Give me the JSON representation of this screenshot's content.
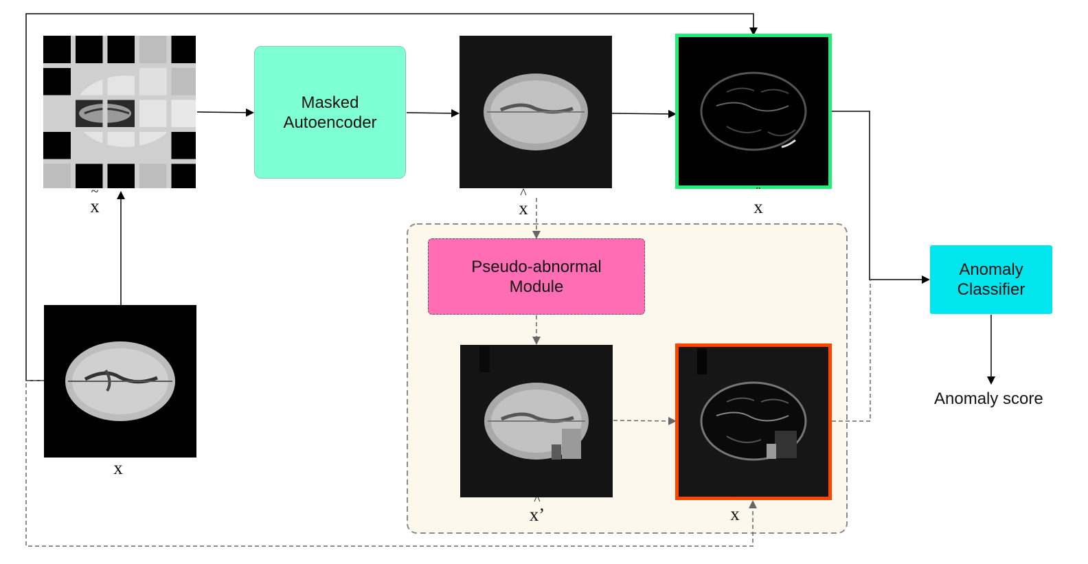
{
  "boxes": {
    "mae": "Masked\nAutoencoder",
    "pseudo": "Pseudo-abnormal\nModule",
    "classifier": "Anomaly\nClassifier"
  },
  "labels": {
    "x": "x",
    "x_tilde": "x",
    "x_tilde_acc": "~",
    "x_hat": "x",
    "x_hat_acc": "^",
    "x_ddot": "x",
    "x_ddot_acc": "¨",
    "x_hat_prime": "x’",
    "x_hat_prime_acc": "^",
    "x_ddot_prime": "x",
    "x_ddot_prime_acc": "¨"
  },
  "output": "Anomaly score",
  "colors": {
    "mae_fill": "#7fffd4",
    "pseudo_fill": "#ff6eb4",
    "classifier_fill": "#00e5ee",
    "panel_fill": "#fdf8ec",
    "green_frame": "#22ee77",
    "red_frame": "#ff4400"
  }
}
